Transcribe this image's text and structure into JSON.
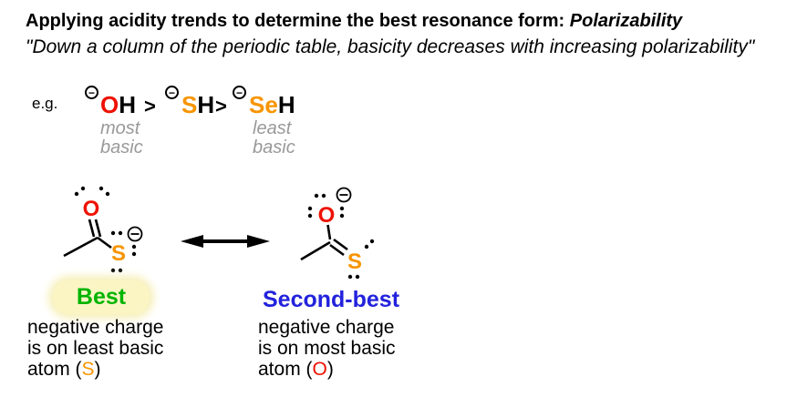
{
  "header": {
    "title_main": "Applying acidity trends to determine the best resonance form:",
    "title_emphasis": "Polarizability",
    "subtitle": "\"Down a column of the periodic table, basicity decreases with increasing polarizability\""
  },
  "example": {
    "label": "e.g.",
    "charge": "−",
    "gt": ">",
    "f1_atom": "O",
    "f1_rest": "H",
    "f2_atom": "S",
    "f2_rest": "H",
    "f3_atom": "Se",
    "f3_rest": "H",
    "note_left": "most\nbasic",
    "note_right": "least\nbasic"
  },
  "molecules": {
    "left": {
      "o": "O",
      "s": "S",
      "badge": "Best"
    },
    "right": {
      "o": "O",
      "s": "S",
      "label": "Second-best"
    }
  },
  "captions": {
    "left": {
      "line1": "negative charge",
      "line2": "is on least basic",
      "atom_pre": "atom (",
      "atom": "S",
      "atom_post": ")"
    },
    "right": {
      "line1": "negative charge",
      "line2": "is on most basic",
      "atom_pre": "atom (",
      "atom": "O",
      "atom_post": ")"
    }
  },
  "colors": {
    "oxygen_red": "#ee1100",
    "sulfur_orange": "#f79500",
    "best_green": "#00b400",
    "second_best_blue": "#2222dd",
    "note_gray": "#999999",
    "highlight_yellow": "#fbf5c4",
    "text_black": "#000000",
    "background": "#ffffff"
  }
}
